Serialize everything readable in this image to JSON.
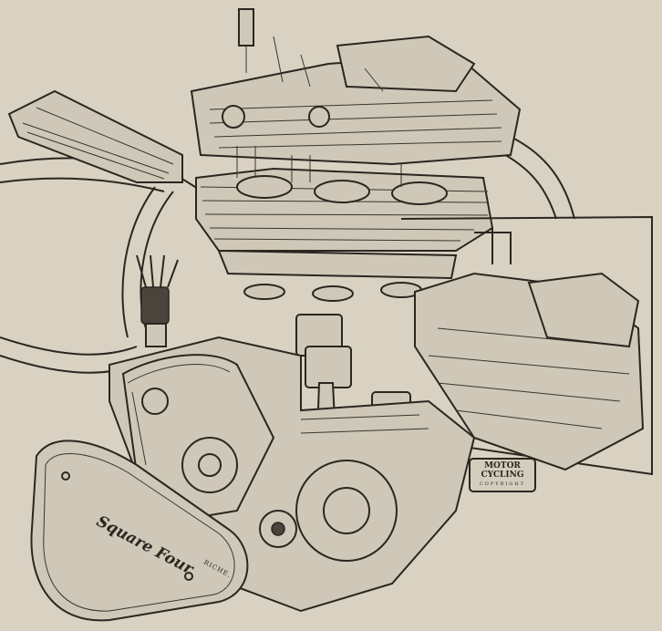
{
  "illustration": {
    "cover_text": "Square Four",
    "logo": {
      "line1": "MOTOR",
      "line2": "CYCLING",
      "line3": "COPYRIGHT"
    },
    "signature": "RICHE."
  },
  "colors": {
    "paper": "#d9d2c3",
    "ink": "#2a2620"
  }
}
